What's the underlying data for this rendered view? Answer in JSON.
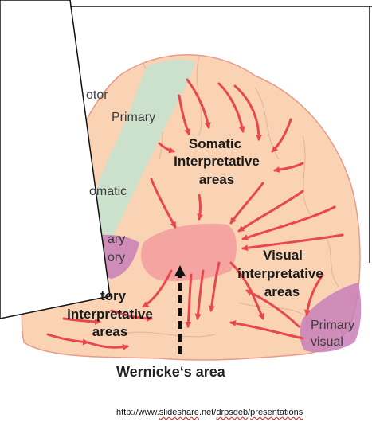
{
  "labels": {
    "motor": "otor",
    "primary_top": "Primary",
    "somatic_area_line1": "Somatic",
    "somatic_area_line2": "Interpretative",
    "somatic_area_line3": "areas",
    "somatic_left": "omatic",
    "primary_auditory_line1": "ary",
    "primary_auditory_line2": "ory",
    "auditory_interp_line1": "tory",
    "auditory_interp_line2": "interpretative",
    "auditory_interp_line3": "areas",
    "visual_interp_line1": "Visual",
    "visual_interp_line2": "interpretative",
    "visual_interp_line3": "areas",
    "primary_visual_line1": "Primary",
    "primary_visual_line2": "visual",
    "wernicke": "Wernicke‘s area"
  },
  "source_url": {
    "prefix": "http://www.",
    "part_slideshare": "slideshare",
    "mid": ".net/",
    "part_user": "drpsdeb",
    "slash": "/",
    "part_pres": "presentations"
  },
  "colors": {
    "brain_fill": "#f9d3b4",
    "brain_outline": "#e99a8a",
    "arrow": "#e8474e",
    "green_region": "#c9e2cd",
    "wernicke_region": "#f4a09e",
    "purple_region": "#c87fb8"
  }
}
